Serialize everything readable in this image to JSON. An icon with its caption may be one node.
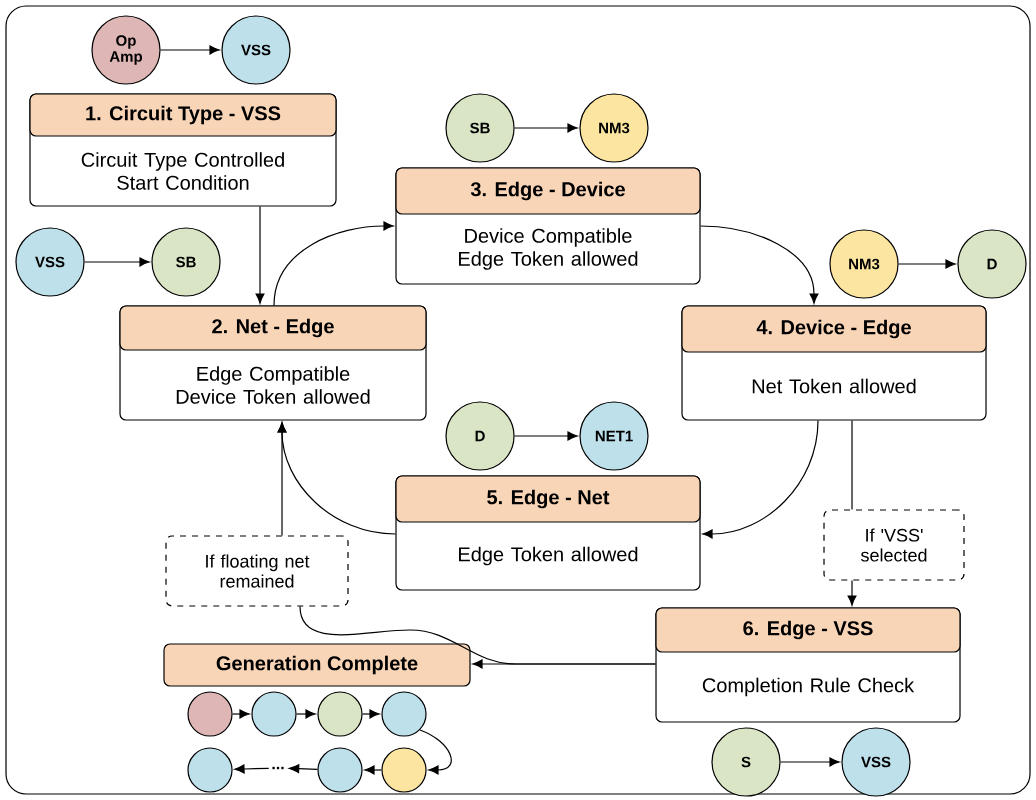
{
  "diagram": {
    "nodes": [
      {
        "text": [
          "Op Amp"
        ]
      },
      {
        "text": [
          "VSS"
        ]
      },
      {
        "text": [
          "1. Circuit Type - VSS",
          "Circuit Type Controlled Start Condition"
        ]
      },
      {
        "text": [
          "VSS"
        ]
      },
      {
        "text": [
          "SB"
        ]
      },
      {
        "text": [
          "SB"
        ]
      },
      {
        "text": [
          "NM3"
        ]
      },
      {
        "text": [
          "3. Edge - Device",
          "Device Compatible Edge Token allowed"
        ]
      },
      {
        "text": [
          "2. Net - Edge",
          "Edge Compatible Device Token allowed"
        ]
      },
      {
        "text": [
          "NM3"
        ]
      },
      {
        "text": [
          "D"
        ]
      },
      {
        "text": [
          "4. Device - Edge",
          "Net Token allowed"
        ]
      },
      {
        "text": [
          "D"
        ]
      },
      {
        "text": [
          "NET1"
        ]
      },
      {
        "text": [
          "5. Edge - Net",
          "Edge Token allowed"
        ]
      },
      {
        "text": [
          "If floating net remained"
        ]
      },
      {
        "text": [
          "If 'VSS' selected"
        ]
      },
      {
        "text": [
          "6. Edge - VSS",
          "Completion Rule Check"
        ]
      },
      {
        "text": [
          "Generation Complete"
        ]
      },
      {
        "text": [],
        "shape": "circle"
      },
      {
        "text": [],
        "shape": "circle"
      },
      {
        "text": [],
        "shape": "circle"
      },
      {
        "text": [],
        "shape": "circle"
      },
      {
        "text": [],
        "shape": "circle"
      },
      {
        "text": [
          "..."
        ]
      },
      {
        "text": [],
        "shape": "circle"
      },
      {
        "text": [],
        "shape": "circle"
      },
      {
        "text": [
          "S"
        ]
      },
      {
        "text": [
          "VSS"
        ]
      }
    ],
    "edges": [
      {
        "from": 0,
        "to": 1,
        "arrow": "to"
      },
      {
        "from": 2,
        "to": 8,
        "arrow": "to"
      },
      {
        "from": 3,
        "to": 4,
        "arrow": "to"
      },
      {
        "from": 5,
        "to": 6,
        "arrow": "to"
      },
      {
        "from": 8,
        "to": 7,
        "arrow": "to"
      },
      {
        "from": 9,
        "to": 10,
        "arrow": "to"
      },
      {
        "from": 7,
        "to": 11,
        "arrow": "to"
      },
      {
        "from": 12,
        "to": 13,
        "arrow": "to"
      },
      {
        "from": 11,
        "to": 14,
        "arrow": "to"
      },
      {
        "from": 14,
        "to": 8,
        "arrow": "to"
      },
      {
        "from": 11,
        "to": 16,
        "arrow": "none"
      },
      {
        "from": 16,
        "to": 17,
        "arrow": "to"
      },
      {
        "from": 17,
        "to": 15,
        "arrow": "none"
      },
      {
        "from": 15,
        "to": 8,
        "arrow": "to"
      },
      {
        "from": 17,
        "to": 18,
        "arrow": "to"
      },
      {
        "from": 19,
        "to": 20,
        "arrow": "to"
      },
      {
        "from": 20,
        "to": 21,
        "arrow": "to"
      },
      {
        "from": 21,
        "to": 22,
        "arrow": "to"
      },
      {
        "from": 22,
        "to": 26,
        "arrow": "to"
      },
      {
        "from": 26,
        "to": 25,
        "arrow": "to"
      },
      {
        "from": 25,
        "to": 24,
        "arrow": "to"
      },
      {
        "from": 24,
        "to": 23,
        "arrow": "to"
      },
      {
        "from": 27,
        "to": 28,
        "arrow": "to"
      }
    ]
  }
}
